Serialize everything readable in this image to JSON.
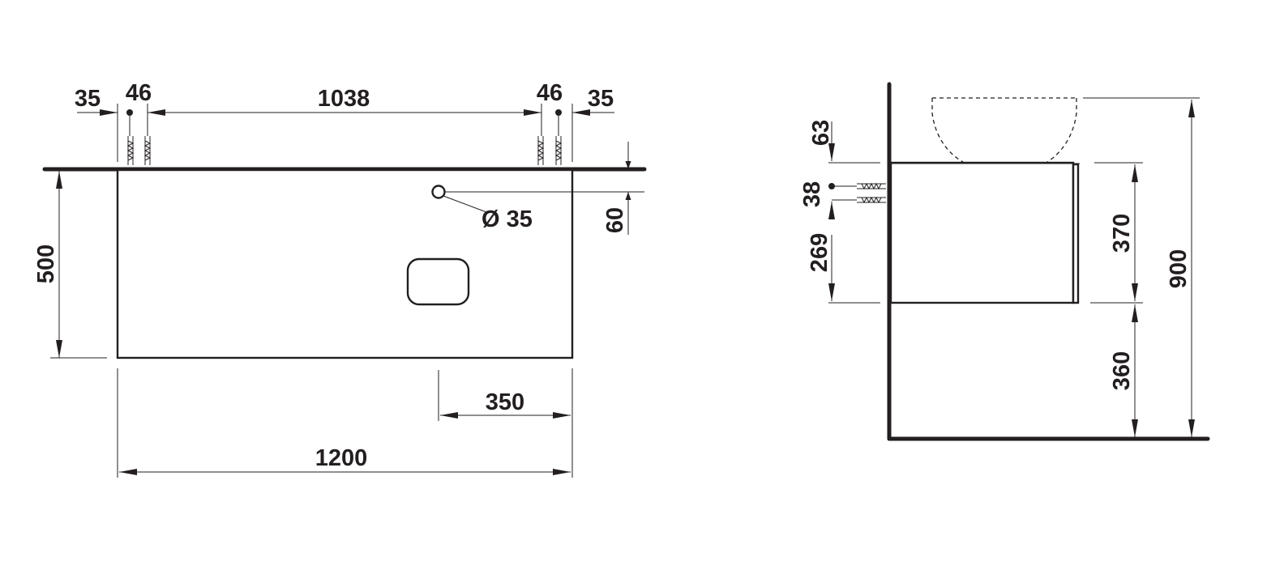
{
  "colors": {
    "line": "#231f20",
    "background": "#ffffff"
  },
  "front_view": {
    "dimensions": {
      "left_edge_offset": "35",
      "left_fixing_spacing": "46",
      "fixing_span": "1038",
      "right_fixing_spacing": "46",
      "right_edge_offset": "35",
      "height": "500",
      "hole_diameter": "Ø 35",
      "hole_height": "60",
      "hole_from_side": "350",
      "width": "1200"
    }
  },
  "side_view": {
    "dimensions": {
      "top_offset": "63",
      "fixing_spacing": "38",
      "fixing_to_bottom": "269",
      "cabinet_height": "370",
      "floor_clearance": "360",
      "total_height": "900"
    }
  }
}
